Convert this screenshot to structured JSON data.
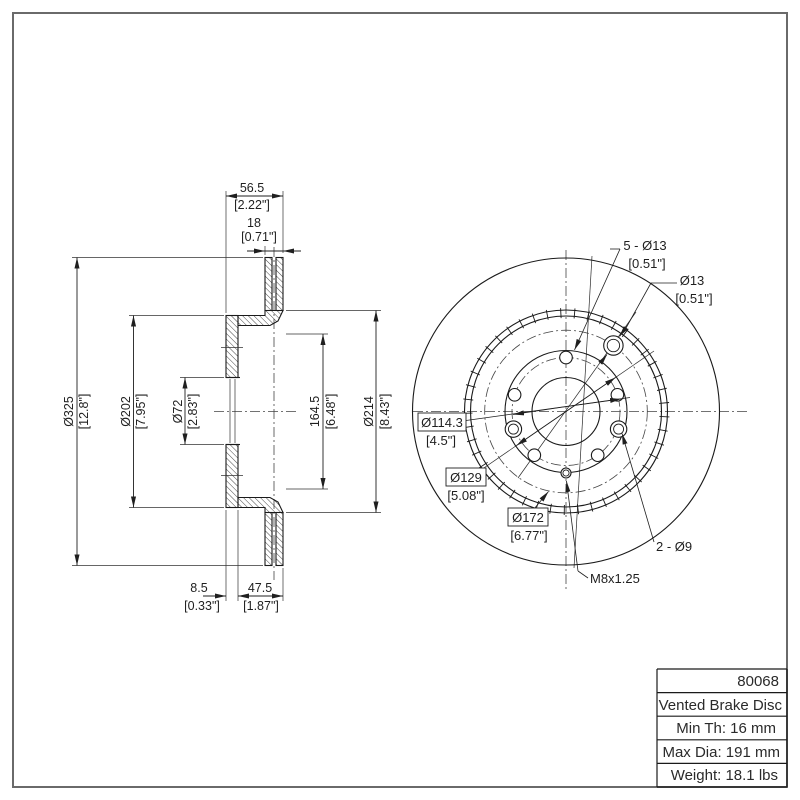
{
  "section_view": {
    "dim_width_total_mm": "56.5",
    "dim_width_total_in": "[2.22\"]",
    "dim_pad_mm": "18",
    "dim_pad_in": "[0.71\"]",
    "dim_od_mm": "Ø325",
    "dim_od_in": "[12.8\"]",
    "dim_hat_mm": "Ø202",
    "dim_hat_in": "[7.95\"]",
    "dim_bore_mm": "Ø72",
    "dim_bore_in": "[2.83\"]",
    "dim_inner_mm": "164.5",
    "dim_inner_in": "[6.48\"]",
    "dim_id_mm": "Ø214",
    "dim_id_in": "[8.43\"]",
    "dim_offset_mm": "8.5",
    "dim_offset_in": "[0.33\"]",
    "dim_disc_mm": "47.5",
    "dim_disc_in": "[1.87\"]"
  },
  "front_view": {
    "label_lug_holes": "5 - Ø13",
    "label_lug_holes_in": "[0.51\"]",
    "label_hole13": "Ø13",
    "label_hole13_in": "[0.51\"]",
    "label_bcd": "Ø114.3",
    "label_bcd_in": "[4.5\"]",
    "label_hub": "Ø129",
    "label_hub_in": "[5.08\"]",
    "label_ring": "Ø172",
    "label_ring_in": "[6.77\"]",
    "label_holes9": "2 - Ø9",
    "label_thread": "M8x1.25"
  },
  "title_block": {
    "part_number": "80068",
    "product_type": "Vented Brake Disc",
    "min_thickness": "Min Th: 16 mm",
    "max_diameter": "Max Dia: 191 mm",
    "weight": "Weight: 18.1 lbs"
  }
}
